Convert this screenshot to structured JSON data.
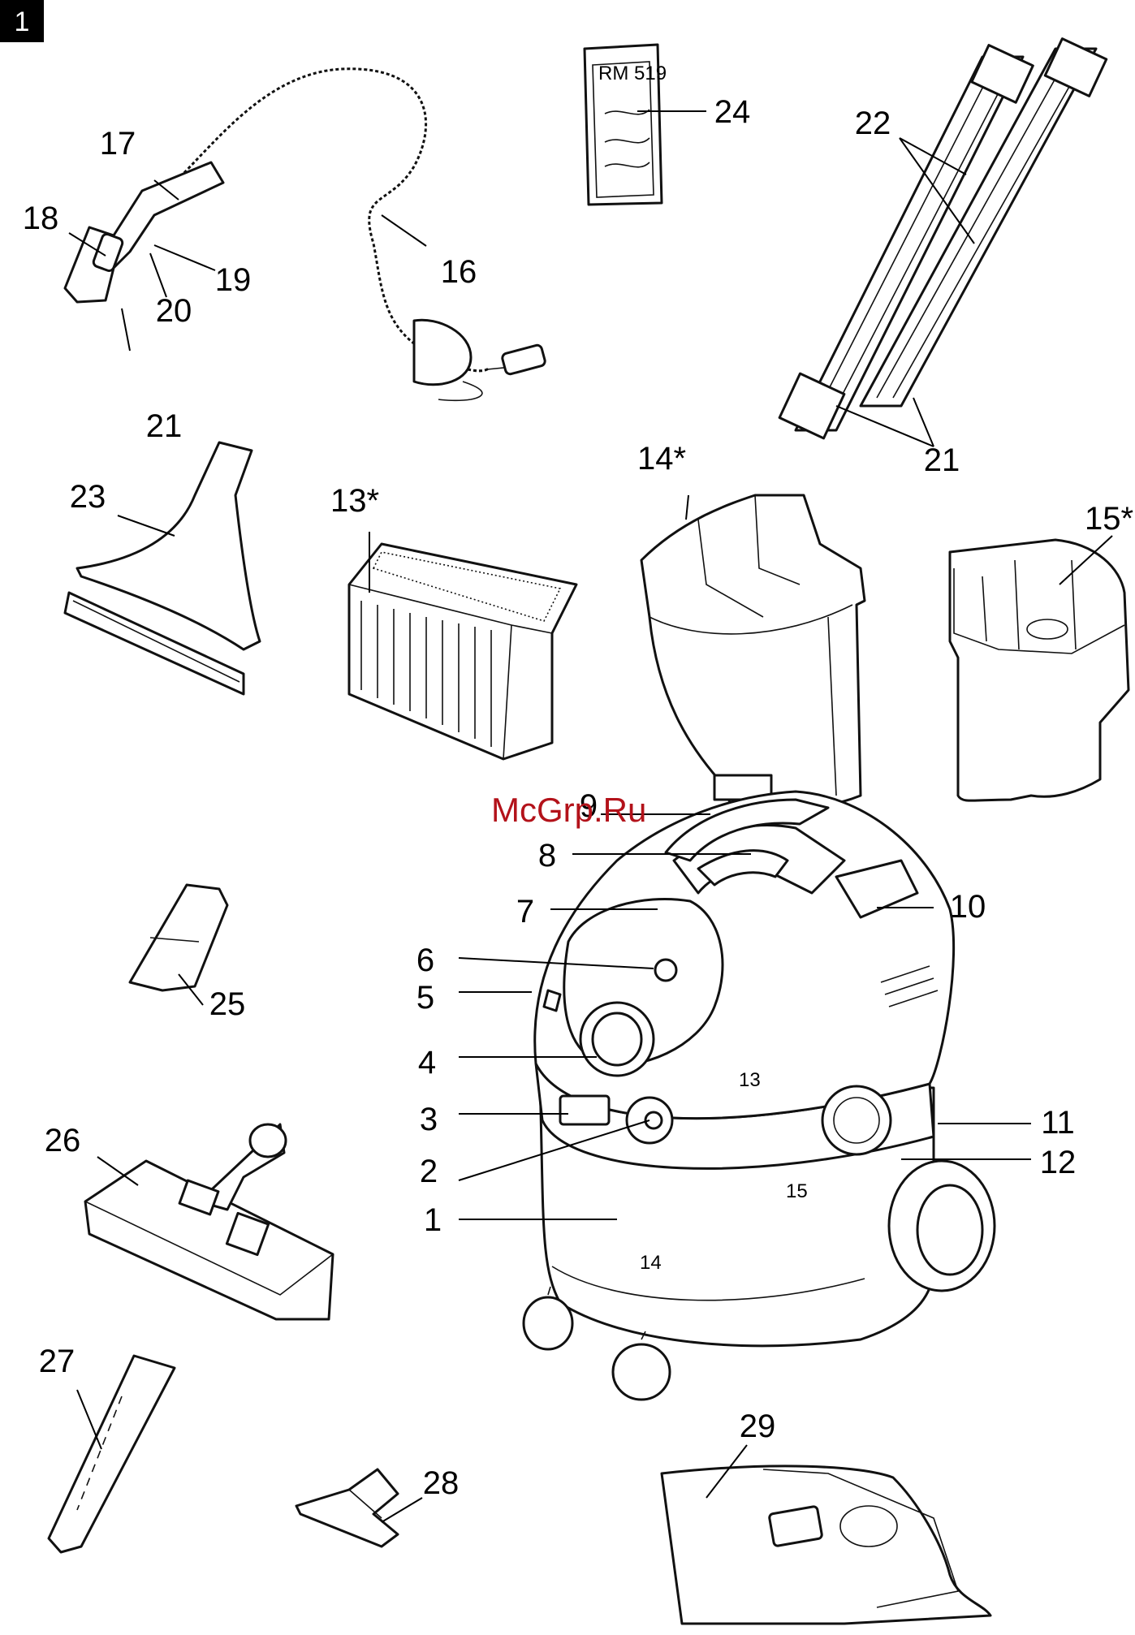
{
  "figure_number": "1",
  "watermark": "McGrp.Ru",
  "filter_bag_text": "RM 519",
  "body_labels": [
    "13",
    "15",
    "14"
  ],
  "callouts": [
    {
      "id": "c1",
      "text": "1"
    },
    {
      "id": "c2",
      "text": "2"
    },
    {
      "id": "c3",
      "text": "3"
    },
    {
      "id": "c4",
      "text": "4"
    },
    {
      "id": "c5",
      "text": "5"
    },
    {
      "id": "c6",
      "text": "6"
    },
    {
      "id": "c7",
      "text": "7"
    },
    {
      "id": "c8",
      "text": "8"
    },
    {
      "id": "c9",
      "text": "9"
    },
    {
      "id": "c10",
      "text": "10"
    },
    {
      "id": "c11",
      "text": "11"
    },
    {
      "id": "c12",
      "text": "12"
    },
    {
      "id": "c13s",
      "text": "13*"
    },
    {
      "id": "c14s",
      "text": "14*"
    },
    {
      "id": "c15s",
      "text": "15*"
    },
    {
      "id": "c16",
      "text": "16"
    },
    {
      "id": "c17",
      "text": "17"
    },
    {
      "id": "c18",
      "text": "18"
    },
    {
      "id": "c19",
      "text": "19"
    },
    {
      "id": "c20",
      "text": "20"
    },
    {
      "id": "c21a",
      "text": "21"
    },
    {
      "id": "c21b",
      "text": "21"
    },
    {
      "id": "c22",
      "text": "22"
    },
    {
      "id": "c23",
      "text": "23"
    },
    {
      "id": "c24",
      "text": "24"
    },
    {
      "id": "c25",
      "text": "25"
    },
    {
      "id": "c26",
      "text": "26"
    },
    {
      "id": "c27",
      "text": "27"
    },
    {
      "id": "c28",
      "text": "28"
    },
    {
      "id": "c29",
      "text": "29"
    }
  ]
}
